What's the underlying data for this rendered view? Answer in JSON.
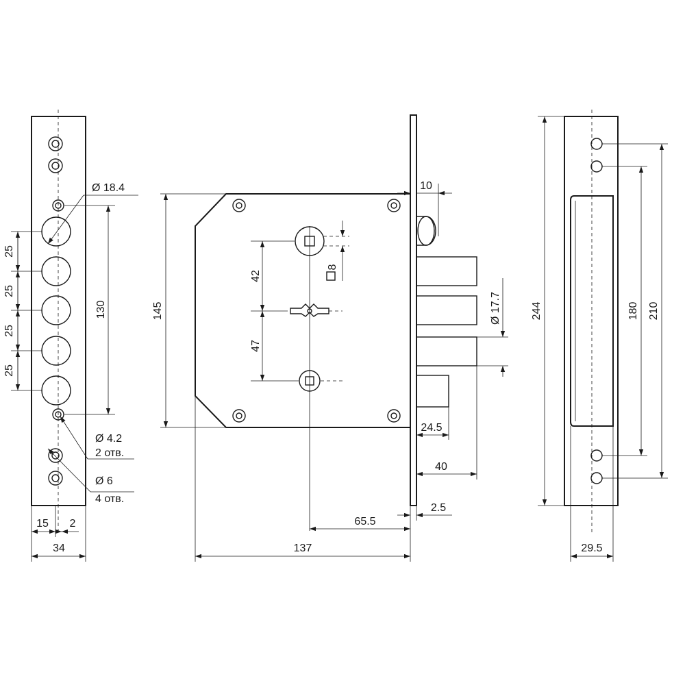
{
  "colors": {
    "line": "#1a1a1a",
    "background": "#ffffff"
  },
  "faceplate": {
    "hole_diameter": "Ø 18.4",
    "hole_pitch_1": "25",
    "hole_pitch_2": "25",
    "hole_pitch_3": "25",
    "hole_pitch_4": "25",
    "hole_span": "130",
    "small_hole_diameter": "Ø 4.2",
    "small_hole_count": "2 отв.",
    "screw_hole_diameter": "Ø 6",
    "screw_hole_count": "4 отв.",
    "offset_left": "15",
    "offset_right": "2",
    "width": "34"
  },
  "lock_body": {
    "plate_thickness": "10",
    "height": "145",
    "spindle_to_cylinder": "42",
    "cylinder_to_lower_spindle": "47",
    "spindle_square": "8",
    "bolt_diameter": "Ø 17.7",
    "latch_width": "24.5",
    "bolt_throw": "40",
    "backset": "65.5",
    "face_thickness": "2.5",
    "depth": "137"
  },
  "strike_plate": {
    "height": "244",
    "inner_spacing": "180",
    "outer_spacing": "210",
    "width": "29.5"
  }
}
